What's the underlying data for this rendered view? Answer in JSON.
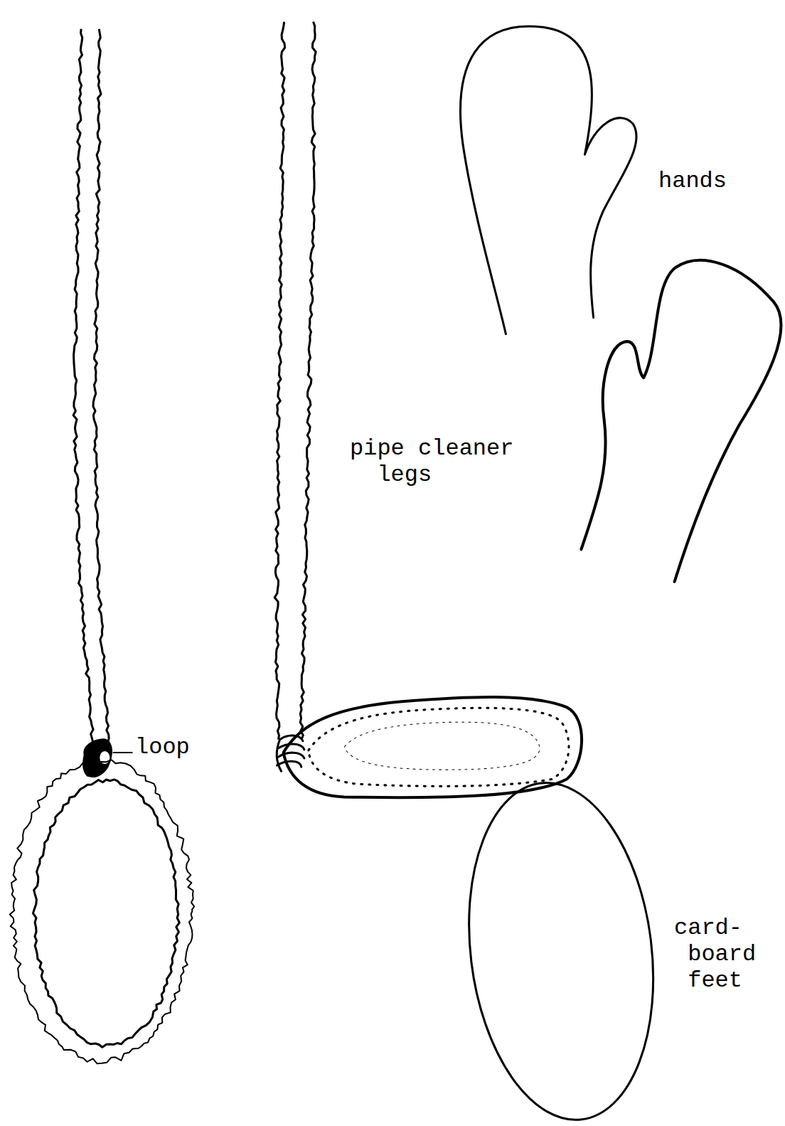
{
  "diagram": {
    "labels": [
      "loop",
      "pipe cleaner legs",
      "hands",
      "card- board feet"
    ]
  }
}
